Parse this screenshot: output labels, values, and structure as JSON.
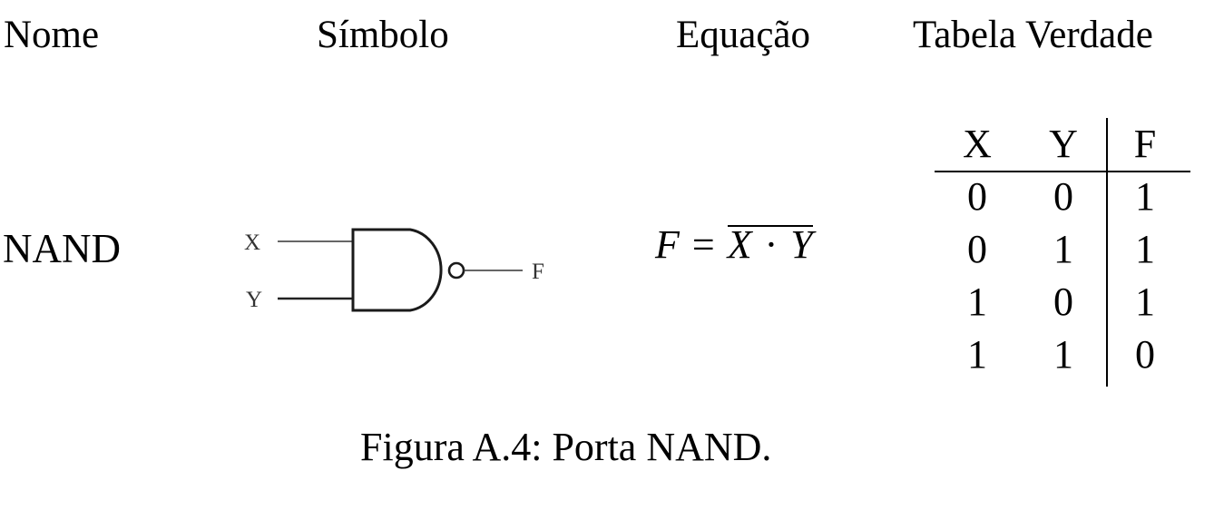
{
  "headers": {
    "name": "Nome",
    "symbol": "Símbolo",
    "equation": "Equação",
    "truth_table": "Tabela Verdade"
  },
  "gate": {
    "name": "NAND",
    "symbol": {
      "icon": "nand-gate-icon",
      "inputs": [
        "X",
        "Y"
      ],
      "output": "F"
    },
    "equation": {
      "lhs": "F",
      "equals": "=",
      "rhs_negated": true,
      "rhs_terms": [
        "X",
        "Y"
      ],
      "operator": "·"
    },
    "truth_table": {
      "columns": [
        "X",
        "Y",
        "F"
      ],
      "rows": [
        [
          "0",
          "0",
          "1"
        ],
        [
          "0",
          "1",
          "1"
        ],
        [
          "1",
          "0",
          "1"
        ],
        [
          "1",
          "1",
          "0"
        ]
      ]
    }
  },
  "caption": "Figura A.4: Porta NAND."
}
